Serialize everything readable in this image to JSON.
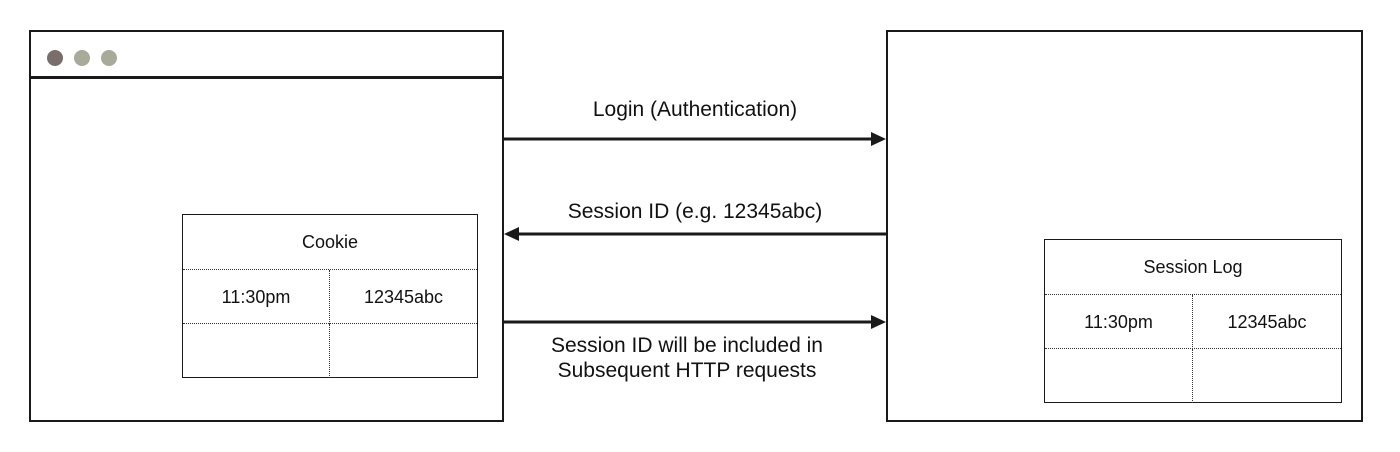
{
  "browser": {
    "window_dots": [
      "#7a6e6b",
      "#a8ab98",
      "#a8ab98"
    ]
  },
  "cookie_table": {
    "title": "Cookie",
    "rows": [
      {
        "time": "11:30pm",
        "session_id": "12345abc"
      },
      {
        "time": "",
        "session_id": ""
      }
    ]
  },
  "server": {},
  "session_log_table": {
    "title": "Session Log",
    "rows": [
      {
        "time": "11:30pm",
        "session_id": "12345abc"
      },
      {
        "time": "",
        "session_id": ""
      }
    ]
  },
  "arrows": {
    "login_label": "Login (Authentication)",
    "session_id_label": "Session ID (e.g. 12345abc)",
    "subsequent_label_line1": "Session ID will be included in",
    "subsequent_label_line2": "Subsequent HTTP requests"
  },
  "colors": {
    "stroke": "#1a1a1a",
    "dot_dark": "#7a6e6b",
    "dot_light": "#a8ab98"
  }
}
